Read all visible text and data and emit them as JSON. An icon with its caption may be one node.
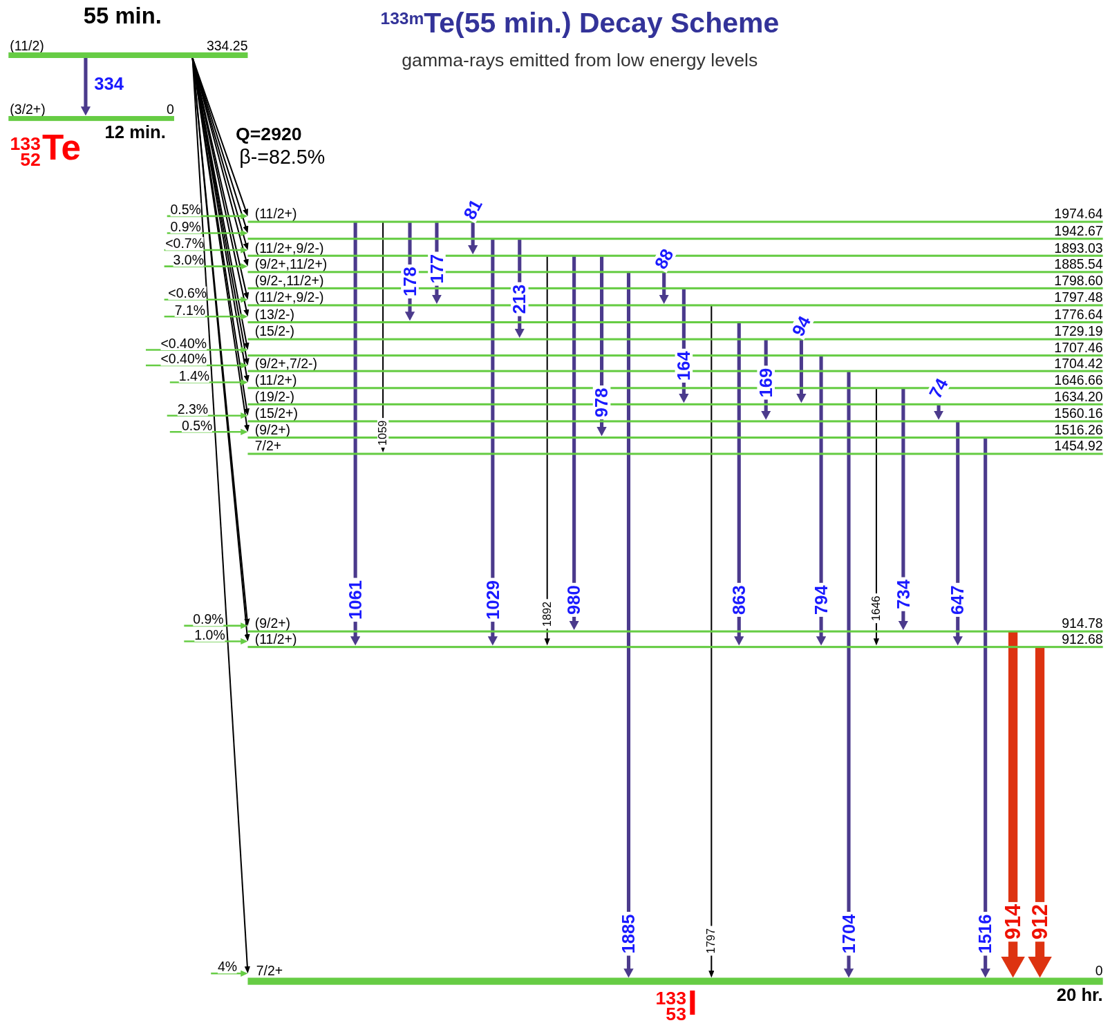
{
  "diagram": {
    "title": "$^{133m}$Te(55 min.) Decay Scheme",
    "nodes": [
      {
        "text": [
          "(11/2)",
          "334.25"
        ],
        "beside": [
          "55 min."
        ]
      },
      {
        "text": [
          "(3/2+)",
          "0"
        ],
        "beside": [
          "12 min."
        ]
      },
      {
        "text": [
          "(11/2+)",
          "1974.64"
        ]
      },
      {
        "text": [
          "1942.67"
        ]
      },
      {
        "text": [
          "(11/2+,9/2-)",
          "1893.03"
        ]
      },
      {
        "text": [
          "(9/2+,11/2+)",
          "1885.54"
        ]
      },
      {
        "text": [
          "(9/2-,11/2+)",
          "1798.60"
        ]
      },
      {
        "text": [
          "(11/2+,9/2-)",
          "1797.48"
        ]
      },
      {
        "text": [
          "(13/2-)",
          "1776.64"
        ]
      },
      {
        "text": [
          "(15/2-)",
          "1729.19"
        ]
      },
      {
        "text": [
          "1707.46"
        ]
      },
      {
        "text": [
          "(9/2+,7/2-)",
          "1704.42"
        ]
      },
      {
        "text": [
          "(11/2+)",
          "1646.66"
        ]
      },
      {
        "text": [
          "(19/2-)",
          "1634.20"
        ]
      },
      {
        "text": [
          "(15/2+)",
          "1560.16"
        ]
      },
      {
        "text": [
          "(9/2+)",
          "1516.26"
        ]
      },
      {
        "text": [
          "7/2+",
          "1454.92"
        ]
      },
      {
        "text": [
          "(9/2+)",
          "914.78"
        ]
      },
      {
        "text": [
          "(11/2+)",
          "912.68"
        ]
      },
      {
        "text": [
          "7/2+",
          "0"
        ],
        "beside": [
          "20 hr."
        ]
      }
    ],
    "edges": [
      {
        "from": 0,
        "to": 1,
        "arrow": "to",
        "label": "334",
        "style": "thick"
      },
      {
        "from": 2,
        "to": 18,
        "arrow": "to",
        "label": "1061",
        "style": "thick"
      },
      {
        "from": 2,
        "to": 16,
        "arrow": "to",
        "label": "1059",
        "color": "#000000"
      },
      {
        "from": 2,
        "to": 8,
        "arrow": "to",
        "label": "178",
        "style": "thick"
      },
      {
        "from": 2,
        "to": 7,
        "arrow": "to",
        "label": "177",
        "style": "thick"
      },
      {
        "from": 2,
        "to": 4,
        "arrow": "to",
        "label": "81",
        "style": "thick"
      },
      {
        "from": 3,
        "to": 18,
        "arrow": "to",
        "label": "1029",
        "style": "thick"
      },
      {
        "from": 3,
        "to": 9,
        "arrow": "to",
        "label": "213",
        "style": "thick"
      },
      {
        "from": 4,
        "to": 18,
        "arrow": "to",
        "label": "1892",
        "color": "#000000"
      },
      {
        "from": 4,
        "to": 17,
        "arrow": "to",
        "label": "980",
        "style": "thick"
      },
      {
        "from": 4,
        "to": 15,
        "arrow": "to",
        "label": "978",
        "style": "thick"
      },
      {
        "from": 5,
        "to": 19,
        "arrow": "to",
        "label": "1885",
        "style": "thick"
      },
      {
        "from": 5,
        "to": 7,
        "arrow": "to",
        "label": "88",
        "style": "thick"
      },
      {
        "from": 6,
        "to": 13,
        "arrow": "to",
        "label": "164",
        "style": "thick"
      },
      {
        "from": 7,
        "to": 19,
        "arrow": "to",
        "label": "1797",
        "color": "#000000"
      },
      {
        "from": 8,
        "to": 18,
        "arrow": "to",
        "label": "863",
        "style": "thick"
      },
      {
        "from": 9,
        "to": 14,
        "arrow": "to",
        "label": "169",
        "style": "thick"
      },
      {
        "from": 9,
        "to": 13,
        "arrow": "to",
        "label": "94",
        "style": "thick"
      },
      {
        "from": 10,
        "to": 18,
        "arrow": "to",
        "label": "794",
        "style": "thick"
      },
      {
        "from": 11,
        "to": 19,
        "arrow": "to",
        "label": "1704",
        "style": "thick"
      },
      {
        "from": 12,
        "to": 18,
        "arrow": "to",
        "label": "1646",
        "color": "#000000"
      },
      {
        "from": 12,
        "to": 17,
        "arrow": "to",
        "label": "734",
        "style": "thick"
      },
      {
        "from": 13,
        "to": 14,
        "arrow": "to",
        "label": "74",
        "style": "thick"
      },
      {
        "from": 14,
        "to": 18,
        "arrow": "to",
        "label": "647",
        "style": "thick"
      },
      {
        "from": 15,
        "to": 19,
        "arrow": "to",
        "label": "1516",
        "style": "thick"
      },
      {
        "from": 17,
        "to": 19,
        "arrow": "to",
        "label": "914",
        "style": "thick",
        "color": "#dd3311"
      },
      {
        "from": 18,
        "to": 19,
        "arrow": "to",
        "label": "912",
        "style": "thick",
        "color": "#dd3311"
      },
      {
        "from": 0,
        "to": 2,
        "arrow": "to",
        "color": "#000000"
      },
      {
        "from": 0,
        "to": 3,
        "arrow": "to",
        "color": "#000000"
      },
      {
        "from": 0,
        "to": 4,
        "arrow": "to",
        "color": "#000000"
      },
      {
        "from": 0,
        "to": 5,
        "arrow": "to",
        "color": "#000000"
      },
      {
        "from": 0,
        "to": 7,
        "arrow": "to",
        "color": "#000000"
      },
      {
        "from": 0,
        "to": 8,
        "arrow": "to",
        "color": "#000000"
      },
      {
        "from": 0,
        "to": 10,
        "arrow": "to",
        "color": "#000000"
      },
      {
        "from": 0,
        "to": 11,
        "arrow": "to",
        "color": "#000000"
      },
      {
        "from": 0,
        "to": 12,
        "arrow": "to",
        "color": "#000000"
      },
      {
        "from": 0,
        "to": 14,
        "arrow": "to",
        "color": "#000000"
      },
      {
        "from": 0,
        "to": 15,
        "arrow": "to",
        "color": "#000000"
      },
      {
        "from": 0,
        "to": 17,
        "arrow": "to",
        "color": "#000000"
      },
      {
        "from": 0,
        "to": 18,
        "arrow": "to",
        "color": "#000000"
      },
      {
        "from": 0,
        "to": 19,
        "arrow": "to",
        "color": "#000000"
      },
      {
        "from": null,
        "to": 2,
        "arrow": "to",
        "label": "0.5%",
        "color": "#66cc44"
      },
      {
        "from": null,
        "to": 3,
        "arrow": "to",
        "label": "0.9%",
        "color": "#66cc44"
      },
      {
        "from": null,
        "to": 4,
        "arrow": "to",
        "label": "<0.7%",
        "color": "#66cc44"
      },
      {
        "from": null,
        "to": 5,
        "arrow": "to",
        "label": "3.0%",
        "color": "#66cc44"
      },
      {
        "from": null,
        "to": 7,
        "arrow": "to",
        "label": "<0.6%",
        "color": "#66cc44"
      },
      {
        "from": null,
        "to": 8,
        "arrow": "to",
        "label": "7.1%",
        "color": "#66cc44"
      },
      {
        "from": null,
        "to": 10,
        "arrow": "to",
        "label": "<0.40%",
        "color": "#66cc44"
      },
      {
        "from": null,
        "to": 11,
        "arrow": "to",
        "label": "<0.40%",
        "color": "#66cc44"
      },
      {
        "from": null,
        "to": 12,
        "arrow": "to",
        "label": "1.4%",
        "color": "#66cc44"
      },
      {
        "from": null,
        "to": 14,
        "arrow": "to",
        "label": "2.3%",
        "color": "#66cc44"
      },
      {
        "from": null,
        "to": 15,
        "arrow": "to",
        "label": "0.5%",
        "color": "#66cc44"
      },
      {
        "from": null,
        "to": 17,
        "arrow": "to",
        "label": "0.9%",
        "color": "#66cc44"
      },
      {
        "from": null,
        "to": 18,
        "arrow": "to",
        "label": "1.0%",
        "color": "#66cc44"
      },
      {
        "from": null,
        "to": 19,
        "arrow": "to",
        "label": "4%",
        "color": "#66cc44"
      }
    ],
    "labels": [
      "gamma-rays emitted from low energy levels",
      "$^{133}$$_{52}$Te",
      "Q=2920",
      "β-=82.5%",
      "$^{133}$$_{53}$I"
    ]
  }
}
